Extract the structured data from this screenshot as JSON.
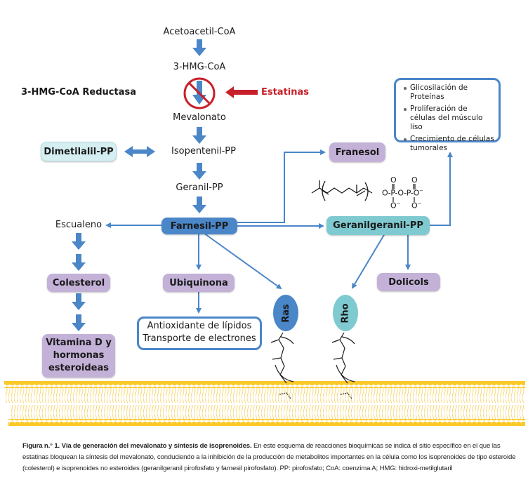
{
  "diagram": {
    "nodes": {
      "acetoacetil": "Acetoacetil-CoA",
      "hmg_coa": "3-HMG-CoA",
      "reductasa": "3-HMG-CoA Reductasa",
      "estatinas": "Estatinas",
      "mevalonato": "Mevalonato",
      "dimetilalil": "Dimetilalil-PP",
      "isopentenil": "Isopentenil-PP",
      "geranil": "Geranil-PP",
      "farnesil": "Farnesil-PP",
      "escualeno": "Escualeno",
      "franesol": "Franesol",
      "geranilgeranil": "Geranilgeranil-PP",
      "colesterol": "Colesterol",
      "ubiquinona": "Ubiquinona",
      "dolicols": "Dolicols",
      "vitamina_line1": "Vitamina D y",
      "vitamina_line2": "hormonas",
      "vitamina_line3": "esteroideas",
      "antioxidante_line1": "Antioxidante de lípidos",
      "antioxidante_line2": "Transporte de electrones",
      "ras": "Ras",
      "rho": "Rho"
    },
    "outcomes": [
      "Glicosilación de Proteínas",
      "Proliferación de células del músculo liso",
      "Crecimiento de células tumorales"
    ],
    "pyrophosphate_labels": {
      "o_top_1": "O",
      "o_top_2": "O",
      "chain": "O-P-O-P-O",
      "o_bottom": "O"
    },
    "colors": {
      "arrow_blue": "#4a86c8",
      "inhibit_red": "#c8202a",
      "purple_node": "#c3b1d8",
      "teal_node": "#7fcad0",
      "membrane_yellow": "#fcc92a"
    }
  },
  "caption": {
    "bold": "Figura n.° 1. Vía de generación del mevalonato y síntesis de isoprenoides.",
    "text": " En este esquema de reacciones bioquímicas se indica el sitio específico en el que las estatinas bloquean la síntesis del mevalonato, conduciendo a la inhibición de la producción de metabolitos importantes en la célula como los isoprenoides de tipo esteroide (colesterol) e isoprenoides no esteroides (geranilgeranil pirofosfato y  farnesil pirofosfato). PP: pirofosfato; CoA: coenzima A; HMG: hidroxi-metilglutaril"
  }
}
